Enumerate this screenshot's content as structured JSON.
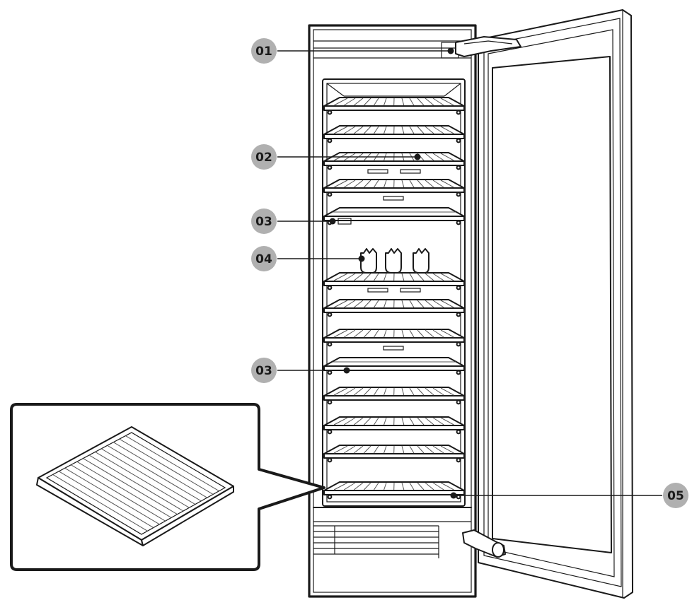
{
  "callouts": [
    {
      "id": "cabinet-handle-hinge",
      "label": "01"
    },
    {
      "id": "wine-shelf",
      "label": "02"
    },
    {
      "id": "presentation-shelf-upper",
      "label": "03"
    },
    {
      "id": "bottle-holders",
      "label": "04"
    },
    {
      "id": "presentation-shelf-lower",
      "label": "03"
    },
    {
      "id": "bottom-shelf",
      "label": "05"
    }
  ],
  "colors": {
    "outline": "#1a1a1a",
    "badge": "#b0b0b0",
    "background": "#ffffff"
  }
}
